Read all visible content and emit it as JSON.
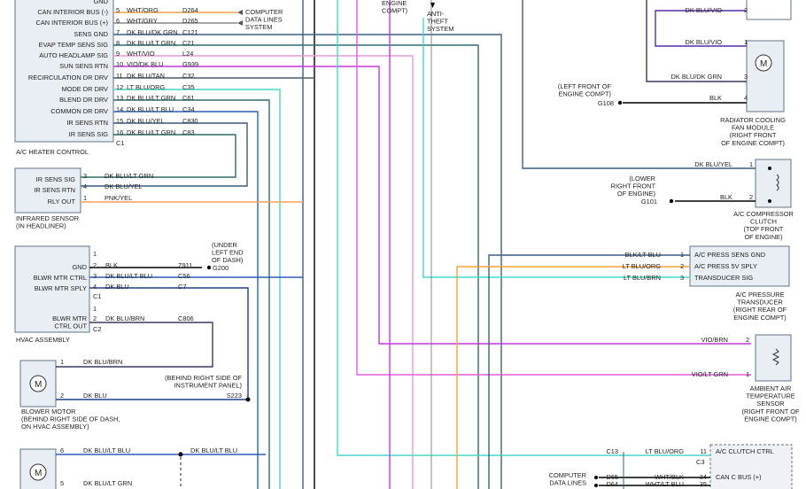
{
  "colors": {
    "black": "#000000",
    "dk_blu": "#1f3f8f",
    "dk_blu_lt_grn": "#2f6e6a",
    "dk_blu_yel": "#3c5a7a",
    "dk_blu_vio": "#5a2aa6",
    "dk_blu_brn": "#3a3a5a",
    "dk_blu_tan": "#4a5c72",
    "dk_blu_lt_blu": "#2b5db5",
    "lt_blu_org": "#f0a13e",
    "lt_blu_grn": "#45d8c4",
    "wht_org": "#f4a04a",
    "vio_dk_blu": "#c237e0",
    "pnk_yel": "#f5a05a",
    "wht_vio": "#e79ad9",
    "vio_brn": "#b03ad0",
    "vio_lt_grn": "#e55ad8",
    "gray": "#777777"
  },
  "heater": {
    "title": "A/C HEATER CONTROL",
    "connector": "C1",
    "pins": [
      {
        "num": "5",
        "label": "CAN INTERIOR BUS (-)",
        "wire": "WHT/ORG",
        "circuit": "D264"
      },
      {
        "num": "6",
        "label": "CAN INTERIOR BUS (+)",
        "wire": "WHT/GRY",
        "circuit": "D265"
      },
      {
        "num": "7",
        "label": "SENS GND",
        "wire": "DK BLU/DK GRN",
        "circuit": "C121"
      },
      {
        "num": "8",
        "label": "EVAP TEMP SENS SIG",
        "wire": "DK BLU/LT GRN",
        "circuit": "C21"
      },
      {
        "num": "9",
        "label": "AUTO HEADLAMP SIG",
        "wire": "WHT/VIO",
        "circuit": "L24"
      },
      {
        "num": "10",
        "label": "SUN SENS RTN",
        "wire": "VIO/DK BLU",
        "circuit": "G939"
      },
      {
        "num": "11",
        "label": "RECIRCULATION DR DRV",
        "wire": "DK BLU/TAN",
        "circuit": "C32"
      },
      {
        "num": "12",
        "label": "MODE DR DRV",
        "wire": "LT BLU/ORG",
        "circuit": "C35"
      },
      {
        "num": "13",
        "label": "BLEND DR DRV",
        "wire": "DK BLU/LT GRN",
        "circuit": "C61"
      },
      {
        "num": "14",
        "label": "COMMON DR DRV",
        "wire": "DK BLU/LT BLU",
        "circuit": "C34"
      },
      {
        "num": "15",
        "label": "IR SENS RTN",
        "wire": "DK BLU/YEL",
        "circuit": "C830"
      },
      {
        "num": "16",
        "label": "IR SENS SIG",
        "wire": "DK BLU/LT GRN",
        "circuit": "C83"
      }
    ],
    "gnd_label": "GND",
    "computer_lines": "COMPUTER\nDATA LINES\nSYSTEM"
  },
  "ir_sensor": {
    "title": "INFRARED SENSOR\n(IN HEADLINER)",
    "pins": [
      {
        "num": "3",
        "label": "IR SENS SIG",
        "wire": "DK BLU/LT GRN"
      },
      {
        "num": "4",
        "label": "IR SENS RTN",
        "wire": "DK BLU/YEL"
      },
      {
        "num": "1",
        "label": "RLY OUT",
        "wire": "PNK/YEL"
      }
    ]
  },
  "hvac": {
    "title": "HVAC ASSEMBLY",
    "c1": "C1",
    "c2": "C2",
    "pins": [
      {
        "num": "1",
        "label": "",
        "wire": "",
        "circuit": ""
      },
      {
        "num": "2",
        "label": "GND",
        "wire": "BLK",
        "circuit": "Z911"
      },
      {
        "num": "3",
        "label": "BLWR MTR CTRL",
        "wire": "DK BLU/LT BLU",
        "circuit": "C56"
      },
      {
        "num": "4",
        "label": "BLWR MTR SPLY",
        "wire": "DK BLU",
        "circuit": "C7"
      }
    ],
    "c2pins": [
      {
        "num": "1",
        "label": ""
      },
      {
        "num": "2",
        "label": "BLWR MTR\nCTRL OUT",
        "wire": "DK BLU/BRN",
        "circuit": "C806"
      }
    ],
    "ground_note": "(UNDER\nLEFT END\nOF DASH)",
    "ground_id": "G200"
  },
  "blower": {
    "title": "BLOWER MOTOR\n(BEHIND RIGHT SIDE OF DASH,\nON HVAC ASSEMBLY)",
    "pin1": "1",
    "pin2": "2",
    "wire1": "DK BLU/BRN",
    "wire2": "DK BLU",
    "splice_note": "(BEHIND RIGHT SIDE OF\nINSTRUMENT PANEL)",
    "splice_id": "S223"
  },
  "bottom_motor": {
    "pin6": "6",
    "pin5": "5",
    "wire6": "DK BLU/LT BLU",
    "wire6b": "DK BLU/LT BLU",
    "wire5": "DK BLU/LT GRN"
  },
  "top_center": {
    "engine_compt": "ENGINE\nCOMPT)",
    "anti_theft": "ANTI-\nTHEFT\nSYSTEM"
  },
  "fan": {
    "title": "RADIATOR COOLING\nFAN MODULE\n(RIGHT FRONT\nOF ENGINE COMPT)",
    "pins": [
      {
        "num": "2",
        "wire": "DK BLU/VIO"
      },
      {
        "num": "1",
        "wire": "DK BLU/VIO"
      },
      {
        "num": "3",
        "wire": "DK BLU/DK GRN"
      },
      {
        "num": "4",
        "wire": "BLK"
      }
    ],
    "ground_note": "(LEFT FRONT OF\nENGINE COMPT)",
    "ground_id": "G108"
  },
  "clutch": {
    "title": "A/C COMPRESSOR\nCLUTCH\n(TOP FRONT\nOF ENGINE)",
    "pins": [
      {
        "num": "1",
        "wire": "DK BLU/YEL"
      },
      {
        "num": "2",
        "wire": "BLK"
      }
    ],
    "ground_note": "(LOWER\nRIGHT FRONT\nOF ENGINE)",
    "ground_id": "G101"
  },
  "pressure": {
    "title": "A/C PRESSURE\nTRANSDUCER\n(RIGHT REAR OF\nENGINE COMPT)",
    "pins": [
      {
        "num": "1",
        "label": "A/C PRESS SENS GND",
        "wire": "BLK/LT BLU"
      },
      {
        "num": "2",
        "label": "A/C PRESS 5V SPLY",
        "wire": "LT BLU/ORG"
      },
      {
        "num": "3",
        "label": "TRANSDUCER SIG",
        "wire": "LT BLU/BRN"
      }
    ]
  },
  "ambient": {
    "title": "AMBIENT AIR\nTEMPERATURE\nSENSOR\n(RIGHT FRONT OF\nENGINE COMPT)",
    "pins": [
      {
        "num": "2",
        "wire": "VIO/BRN"
      },
      {
        "num": "1",
        "wire": "VIO/LT GRN"
      }
    ]
  },
  "pcm": {
    "pins": [
      {
        "num": "11",
        "label": "A/C CLUTCH CTRL",
        "wire": "LT BLU/ORG",
        "circuit": "C13"
      },
      {
        "num": "34",
        "label": "CAN C BUS (+)",
        "wire": "WHT/BLK",
        "circuit": "D65"
      },
      {
        "num": "35",
        "label": "",
        "wire": "WHT/LT BLU",
        "circuit": "D64"
      }
    ],
    "connector": "C3",
    "computer_lines": "COMPUTER\nDATA LINES"
  }
}
